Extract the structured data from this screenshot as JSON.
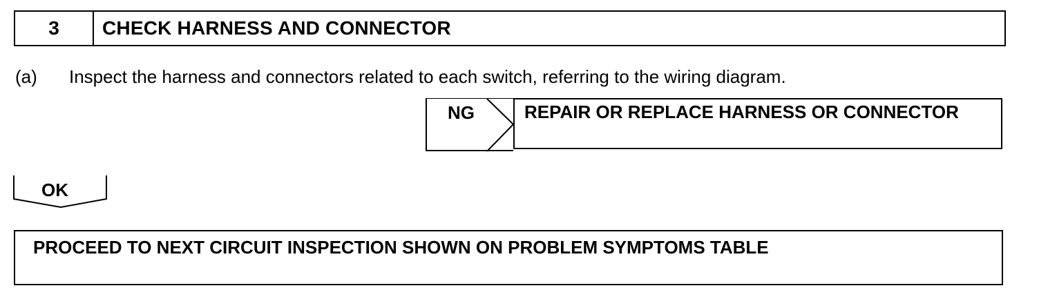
{
  "step": {
    "number": "3",
    "title": "CHECK HARNESS AND CONNECTOR"
  },
  "instruction": {
    "label": "(a)",
    "text": "Inspect the harness and connectors related to each switch, referring to the wiring diagram."
  },
  "ng": {
    "label": "NG",
    "action": "REPAIR OR REPLACE HARNESS OR CONNECTOR"
  },
  "ok": {
    "label": "OK"
  },
  "result": {
    "text": "PROCEED TO NEXT CIRCUIT INSPECTION SHOWN ON PROBLEM SYMPTOMS TABLE"
  }
}
